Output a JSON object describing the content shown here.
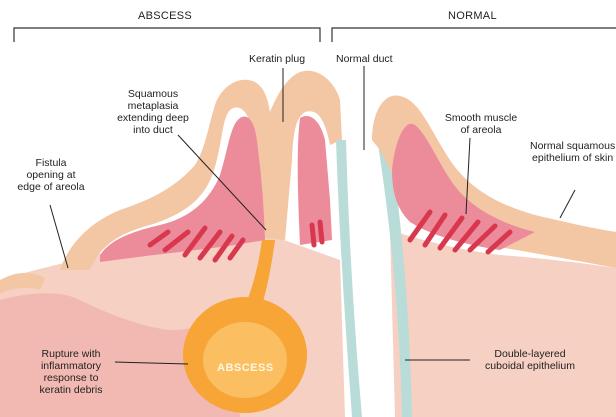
{
  "headers": {
    "abscess": "ABSCESS",
    "normal": "NORMAL"
  },
  "labels": {
    "keratin_plug": "Keratin plug",
    "normal_duct": "Normal duct",
    "squamous_metaplasia": [
      "Squamous",
      "metaplasia",
      "extending deep",
      "into duct"
    ],
    "fistula": [
      "Fistula",
      "opening at",
      "edge of areola"
    ],
    "smooth_muscle": [
      "Smooth muscle",
      "of areola"
    ],
    "normal_squamous": [
      "Normal squamous",
      "epithelium of skin"
    ],
    "rupture": [
      "Rupture with",
      "inflammatory",
      "response to",
      "keratin debris"
    ],
    "abscess_center": "ABSCESS",
    "double_layered": [
      "Double-layered",
      "cuboidal epithelium"
    ]
  },
  "colors": {
    "skin": "#f3c6a4",
    "dermis": "#f8d3c2",
    "areola": "#e77a8e",
    "muscle": "#d8374e",
    "abscess": "#f7a536",
    "duct_lining": "#b9dcd9"
  }
}
